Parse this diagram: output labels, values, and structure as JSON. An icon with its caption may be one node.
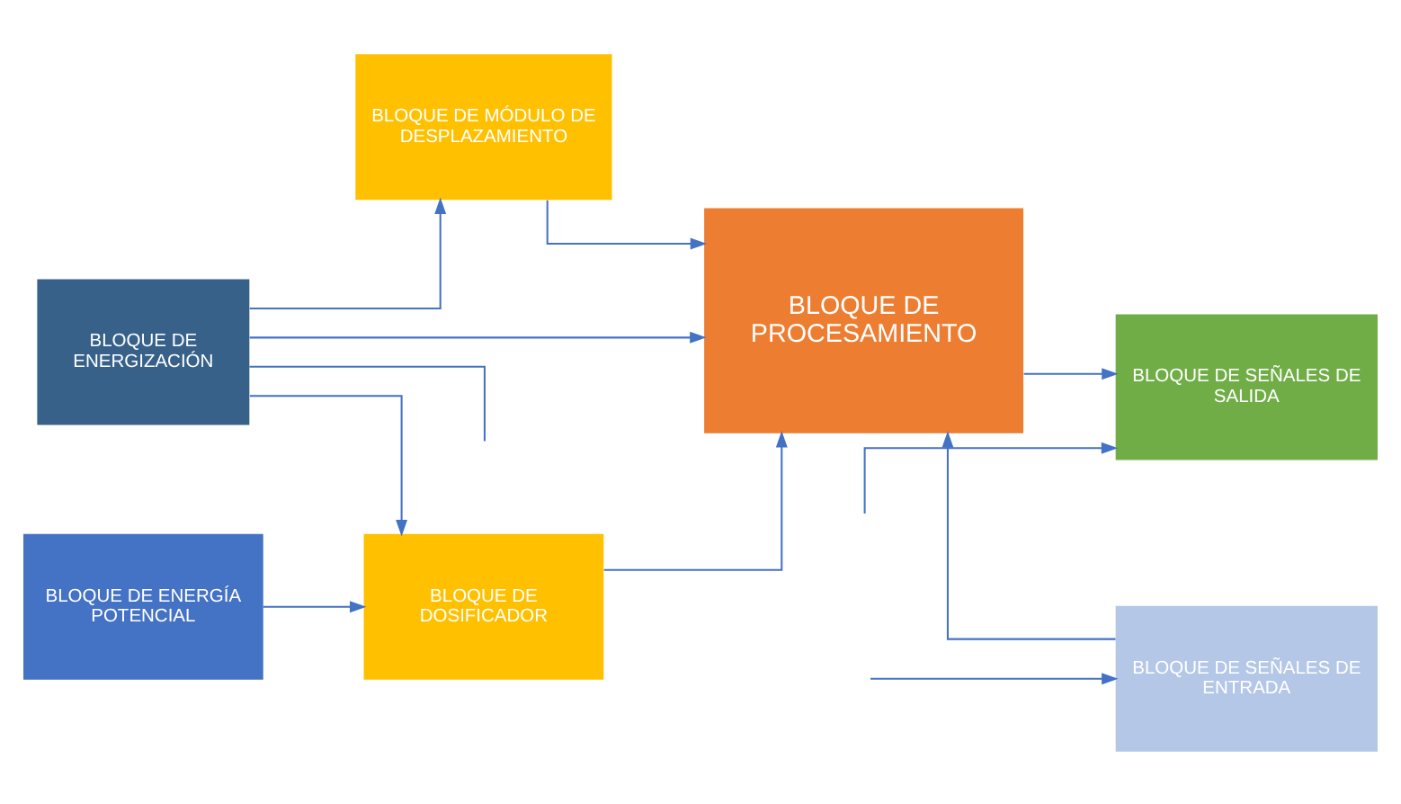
{
  "diagram": {
    "nodes": [
      {
        "text": [
          "BLOQUE DE ENERGIZACIÓN"
        ]
      },
      {
        "text": [
          "BLOQUE DE MÓDULO DE DESPLAZAMIENTO"
        ]
      },
      {
        "text": [
          "BLOQUE DE PROCESAMIENTO"
        ]
      },
      {
        "text": [
          "BLOQUE DE SEÑALES DE SALIDA"
        ]
      },
      {
        "text": [
          "BLOQUE DE DOSIFICADOR"
        ]
      },
      {
        "text": [
          "BLOQUE DE SEÑALES DE ENTRADA"
        ]
      },
      {
        "text": [
          "BLOQUE DE ENERGÍA POTENCIAL"
        ]
      }
    ],
    "edges": [
      {
        "from": 0,
        "to": 1,
        "arrow": "to"
      },
      {
        "from": 0,
        "to": 4,
        "arrow": "to"
      },
      {
        "from": 0,
        "to": 2,
        "arrow": "to"
      },
      {
        "from": 0,
        "to": null,
        "arrow": "none"
      },
      {
        "from": 1,
        "to": 2,
        "arrow": "to"
      },
      {
        "from": 4,
        "to": 2,
        "arrow": "to"
      },
      {
        "from": 2,
        "to": 3,
        "arrow": "to"
      },
      {
        "from": null,
        "to": 3,
        "arrow": "to"
      },
      {
        "from": 5,
        "to": 2,
        "arrow": "to"
      },
      {
        "from": null,
        "to": 5,
        "arrow": "to"
      },
      {
        "from": 6,
        "to": 4,
        "arrow": "to"
      }
    ]
  }
}
